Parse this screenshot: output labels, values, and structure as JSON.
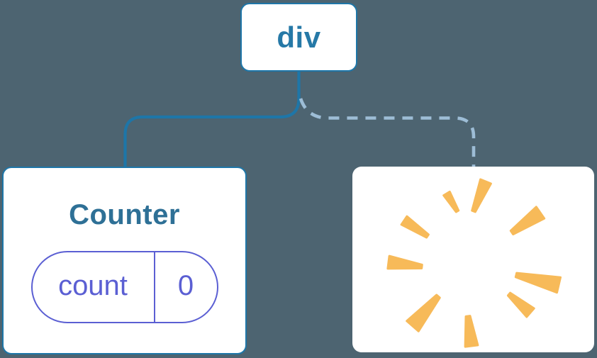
{
  "diagram": {
    "description": "React component tree: div root keeps Counter child (solid edge) and loses second child (dashed edge, poof)",
    "background_color": "#4D6471",
    "root_node": {
      "label": "div",
      "text_color": "#2679A7",
      "border_color": "#1E76A8",
      "fill_color": "#FFFFFF"
    },
    "connectors": {
      "kept_edge_style": "solid",
      "kept_edge_color": "#1E76A8",
      "removed_edge_style": "dashed",
      "removed_edge_color": "#9DBDD6"
    },
    "counter_card": {
      "title": "Counter",
      "title_color": "#2E7096",
      "border_color": "#1E76A8",
      "state_pill": {
        "name": "count",
        "value": "0",
        "accent_color": "#5B5FD3"
      }
    },
    "removed_card": {
      "icon": "poof-icon",
      "icon_color": "#F7BA59",
      "fill_color": "#FFFFFF"
    }
  }
}
